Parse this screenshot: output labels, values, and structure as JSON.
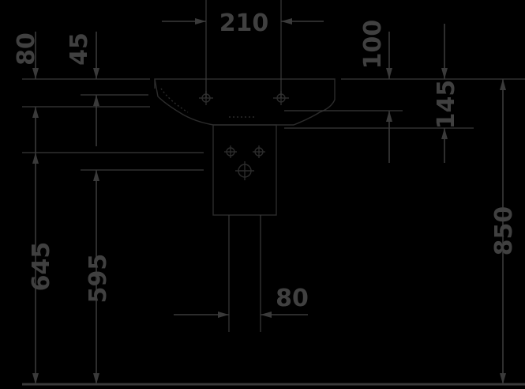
{
  "dimensions": {
    "width_label": "210",
    "top_offset_left": "80",
    "top_offset_mid": "45",
    "top_offset_right": "100",
    "basin_depth": "145",
    "height_645": "645",
    "height_595": "595",
    "height_850": "850",
    "trap_width": "80"
  },
  "colors": {
    "background": "#000000",
    "line": "#3a3a3a",
    "text": "#404040"
  }
}
